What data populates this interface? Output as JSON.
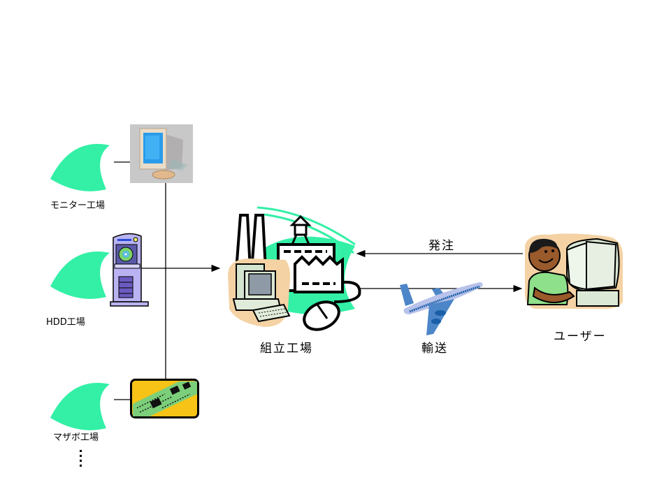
{
  "diagram": {
    "title": "",
    "suppliers": [
      {
        "label": "モニター工場",
        "part": "monitor-icon"
      },
      {
        "label": "HDD工場",
        "part": "hdd-tower-icon"
      },
      {
        "label": "マザボ工場",
        "part": "motherboard-icon"
      }
    ],
    "more_indicator": "⋮",
    "assembly": {
      "label": "組立工場"
    },
    "order_flow": {
      "label": "発注"
    },
    "shipping_flow": {
      "label": "輸送"
    },
    "user": {
      "label": "ユーザー"
    },
    "colors": {
      "swoosh": "#33f0a6",
      "monitor_screen": "#2a9bea",
      "monitor_bg": "#c8c8c8",
      "tower": "#b9b3f2",
      "board_green": "#7ccf7a",
      "board_yellow": "#f7c316",
      "plane_body": "#b8c2ea",
      "plane_wing": "#4d86c8",
      "user_shirt": "#8fe08a",
      "user_skin": "#9a5a2c",
      "halo": "#f4d2a4"
    }
  }
}
